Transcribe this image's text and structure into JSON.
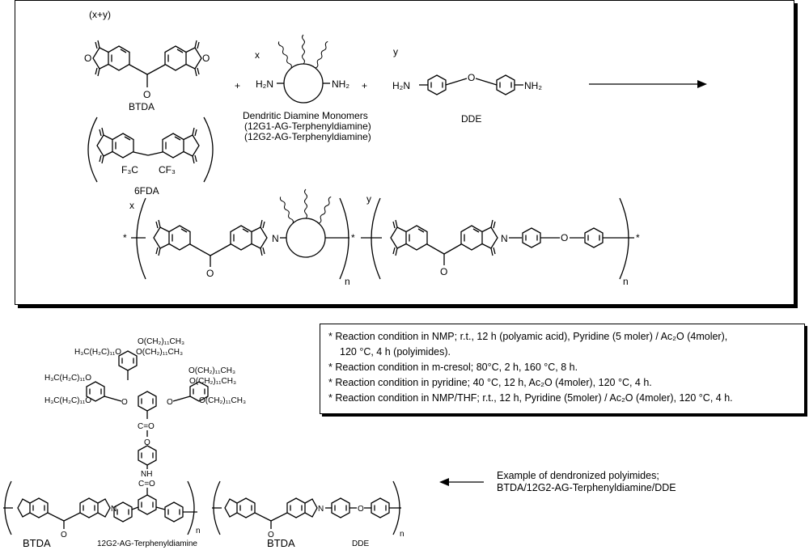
{
  "scheme": {
    "monomer1_coeff": "(x+y)",
    "monomer1_name": "BTDA",
    "alt_monomer_name": "6FDA",
    "alt_monomer_cf3_left": "F₃C",
    "alt_monomer_cf3_right": "CF₃",
    "plus": "+",
    "monomer2_coeff": "x",
    "monomer2_amine_left": "H₂N",
    "monomer2_amine_right": "NH₂",
    "monomer2_label_lines": [
      "Dendritic Diamine Monomers",
      "(12G1-AG-Terphenyldiamine)",
      "(12G2-AG-Terphenyldiamine)"
    ],
    "monomer3_coeff": "y",
    "monomer3_amine_left": "H₂N",
    "monomer3_amine_right": "NH₂",
    "monomer3_oxygen": "O",
    "monomer3_name": "DDE",
    "product_coeff_x": "x",
    "product_coeff_y": "y",
    "repeat_index": "n",
    "end_star": "*",
    "atom_O": "O",
    "atom_N": "N"
  },
  "conditions": [
    "* Reaction condition in NMP;  r.t., 12 h (polyamic acid), Pyridine (5 moler) / Ac₂O (4moler),",
    "120 °C, 4 h (polyimides).",
    "* Reaction condition in m-cresol;  80°C, 2 h, 160 °C, 8 h.",
    "* Reaction condition in pyridine;  40 °C, 12 h, Ac₂O (4moler), 120 °C, 4 h.",
    "* Reaction condition in NMP/THF; r.t., 12 h,  Pyridine (5moler) / Ac₂O (4moler), 120 °C, 4 h."
  ],
  "example": {
    "caption_lines": [
      "Example of dendronized polyimides;",
      "BTDA/12G2-AG-Terphenyldiamine/DDE"
    ],
    "alkoxy_groups": [
      "O(CH₂)₁₁CH₃",
      "H₃C(H₂C)₁₁O",
      "O(CH₂)₁₁CH₃",
      "O(CH₂)₁₁CH₃",
      "H₃C(H₂C)₁₁O",
      "H₃C(H₂C)₁₁O",
      "O(CH₂)₁₁CH₃",
      "O(CH₂)₁₁CH₃"
    ],
    "ester_link": "C=O",
    "amide_nh": "NH",
    "amide_co": "C=O",
    "segment_labels": [
      "BTDA",
      "12G2-AG-Terphenyldiamine",
      "BTDA",
      "DDE"
    ],
    "repeat_index": "n"
  }
}
